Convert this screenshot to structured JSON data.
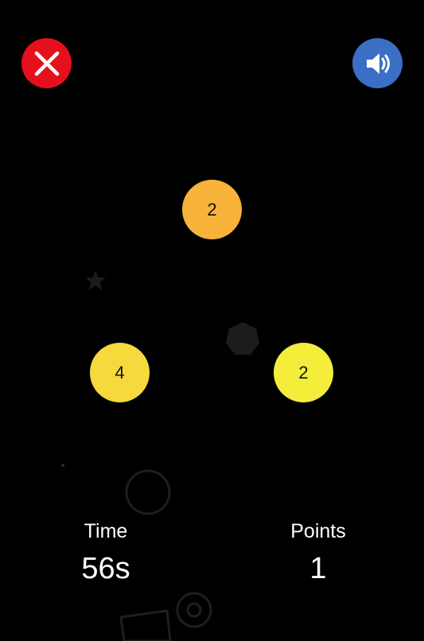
{
  "buttons": {
    "close": {
      "icon": "close-x-icon",
      "color": "#e5101c"
    },
    "sound": {
      "icon": "speaker-volume-icon",
      "color": "#3a6fc4"
    }
  },
  "bubbles": [
    {
      "number": "2",
      "color": "#f7b33a"
    },
    {
      "number": "4",
      "color": "#f5d93d"
    },
    {
      "number": "2",
      "color": "#f4ee3b"
    }
  ],
  "stats": {
    "time_label": "Time",
    "time_value": "56s",
    "points_label": "Points",
    "points_value": "1"
  },
  "colors": {
    "background": "#000000",
    "text": "#ffffff",
    "decoration": "#1c1c1c"
  }
}
